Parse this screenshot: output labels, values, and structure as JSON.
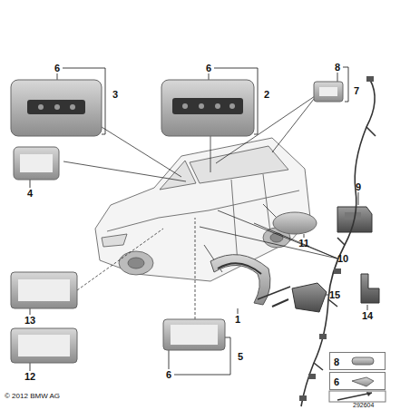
{
  "diagram": {
    "nodes": [
      {
        "text": [
          "8"
        ]
      },
      {
        "text": [
          "6"
        ]
      }
    ],
    "labels": [
      "6",
      "3",
      "6",
      "2",
      "8",
      "7",
      "4",
      "9",
      "11",
      "10",
      "13",
      "15",
      "14",
      "12",
      "1",
      "6",
      "5",
      "© 2012 BMW AG",
      "292604"
    ]
  }
}
